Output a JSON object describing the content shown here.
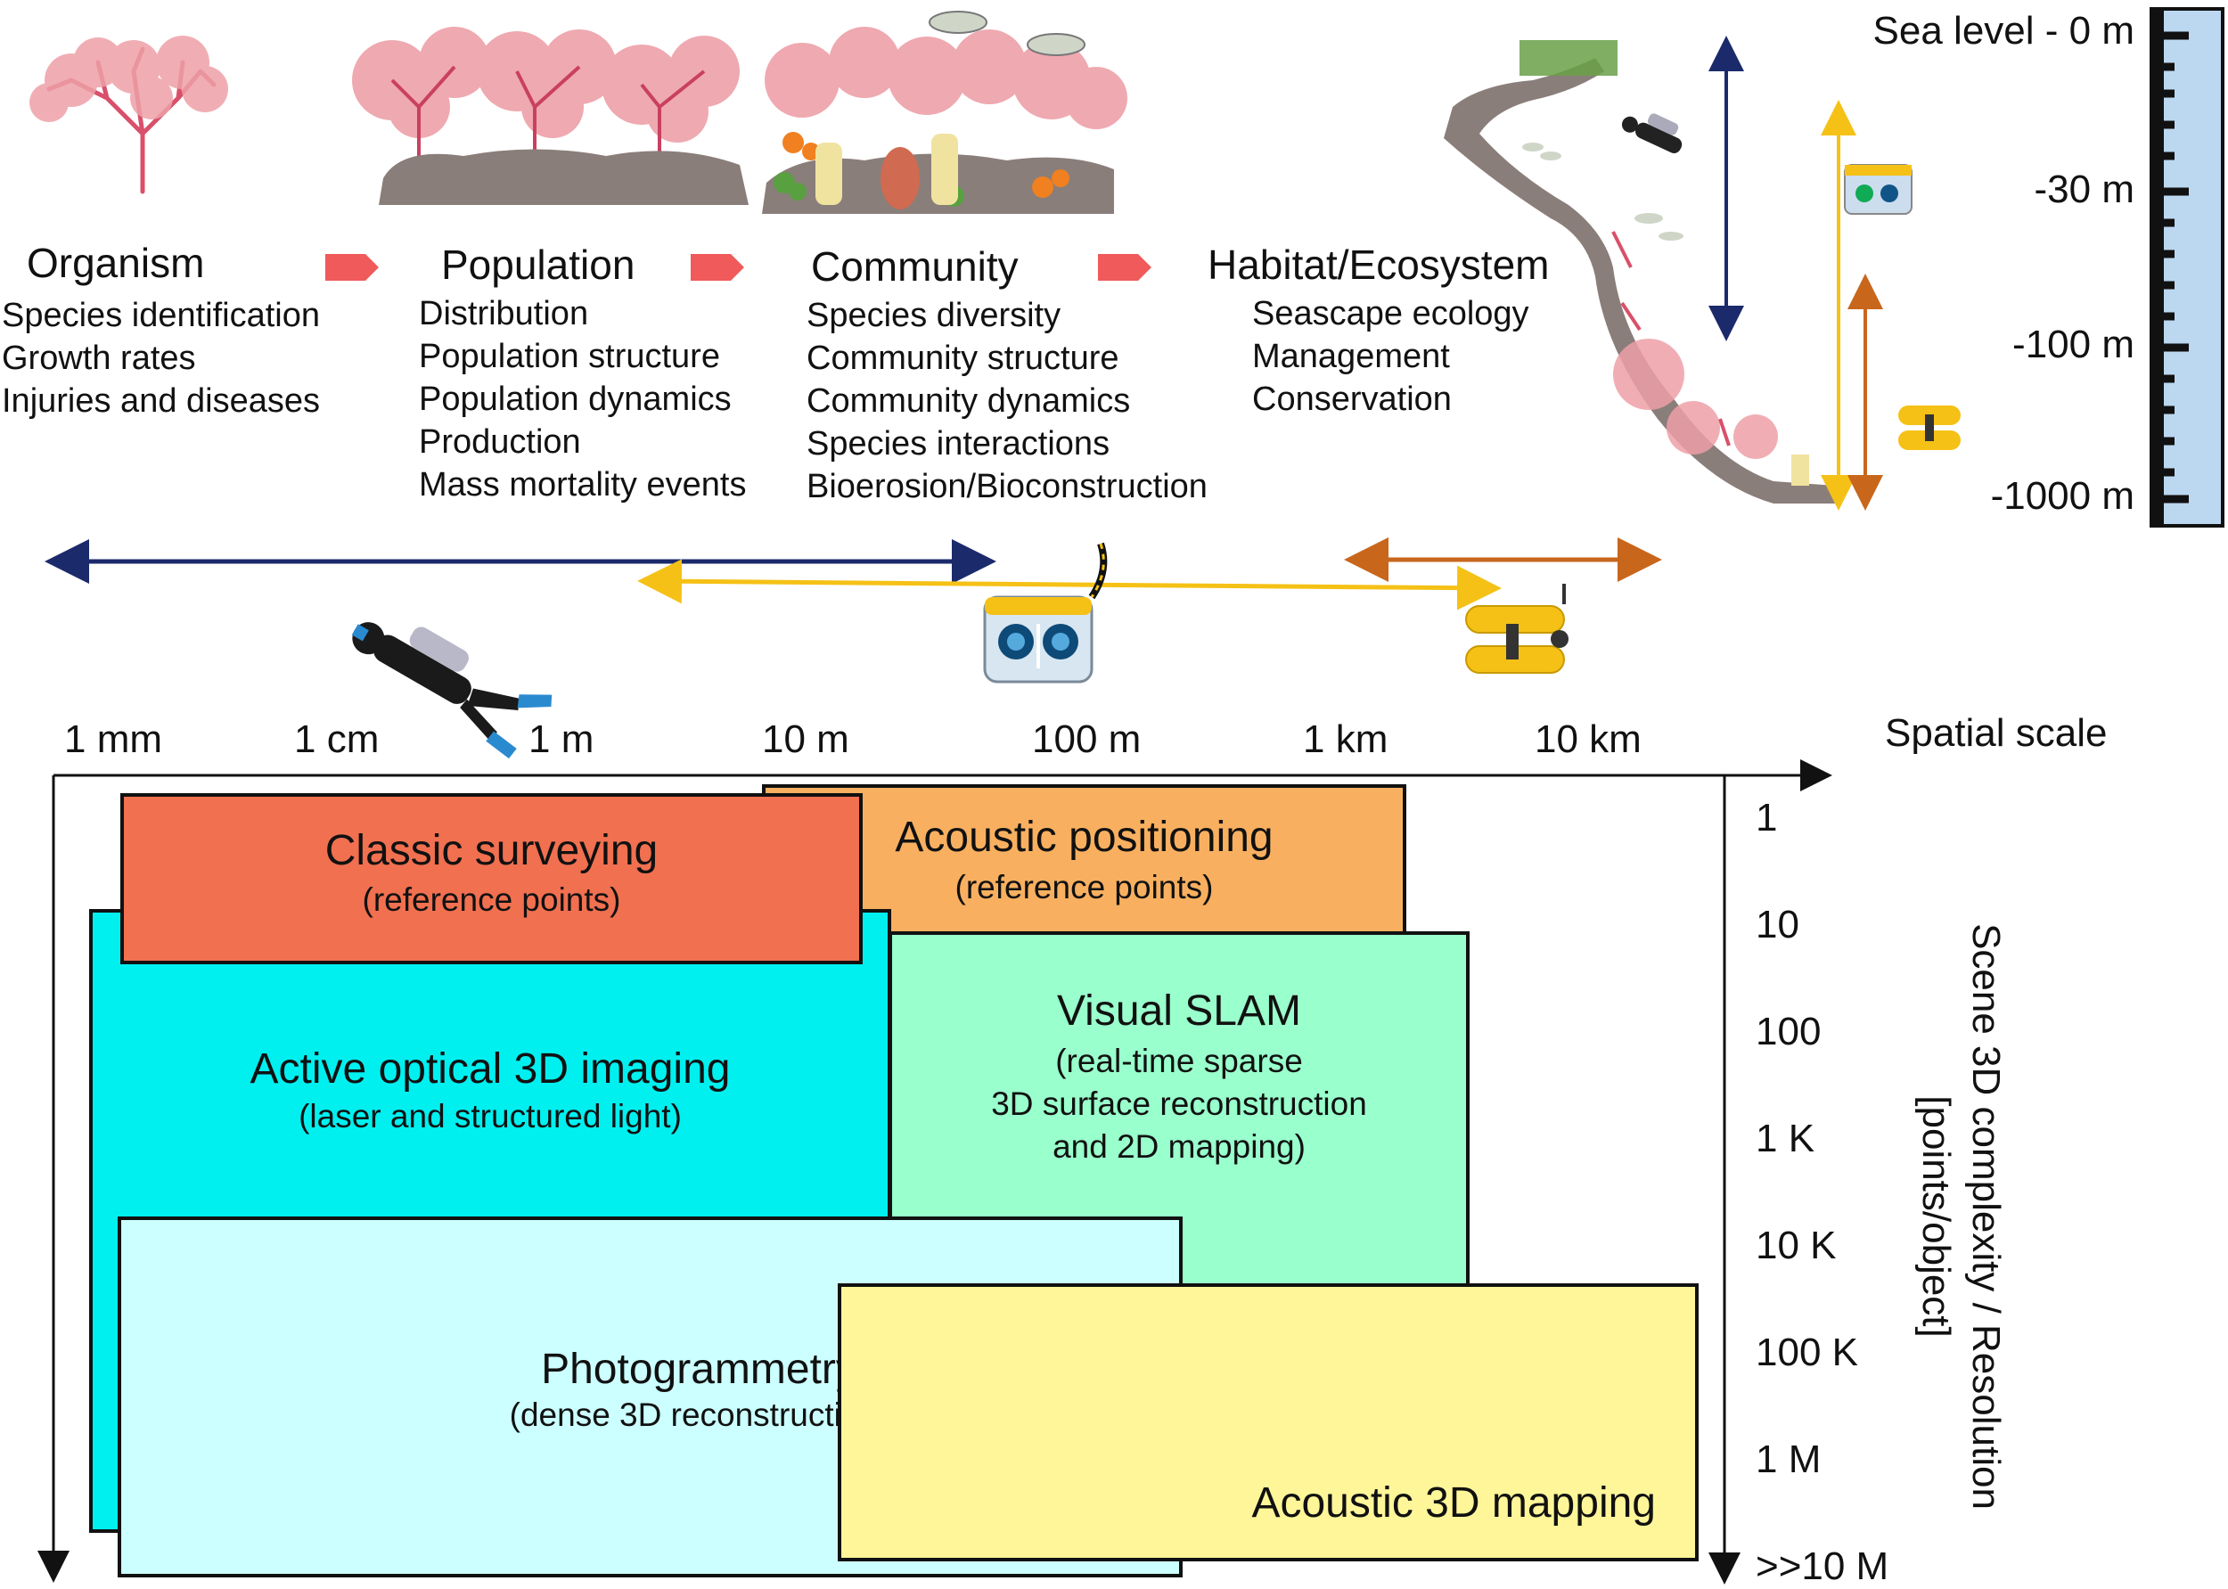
{
  "stages": [
    {
      "title": "Organism",
      "items": [
        "Species identification",
        "Growth rates",
        "Injuries and diseases"
      ]
    },
    {
      "title": "Population",
      "items": [
        "Distribution",
        "Population structure",
        "Population dynamics",
        "Production",
        "Mass mortality events"
      ]
    },
    {
      "title": "Community",
      "items": [
        "Species diversity",
        "Community structure",
        "Community dynamics",
        "Species interactions",
        "Bioerosion/Bioconstruction"
      ]
    },
    {
      "title": "Habitat/Ecosystem",
      "items": [
        "Seascape ecology",
        "Management",
        "Conservation"
      ]
    }
  ],
  "depth_scale": [
    "Sea level - 0 m",
    "-30 m",
    "-100 m",
    "-1000 m"
  ],
  "spatial_scale": {
    "title": "Spatial scale",
    "ticks": [
      "1 mm",
      "1 cm",
      "1 m",
      "10 m",
      "100 m",
      "1 km",
      "10 km"
    ]
  },
  "resolution_axis": {
    "title_line1": "Scene 3D complexity / Resolution",
    "title_line2": "[points/object]",
    "ticks": [
      "1",
      "10",
      "100",
      "1 K",
      "10 K",
      "100 K",
      "1 M",
      ">>10 M"
    ]
  },
  "methods": {
    "classic": {
      "title": "Classic surveying",
      "lines": [
        "(reference points)"
      ]
    },
    "acoustic_pos": {
      "title": "Acoustic positioning",
      "lines": [
        "(reference points)"
      ]
    },
    "active": {
      "title": "Active optical 3D imaging",
      "lines": [
        "(laser and structured light)"
      ]
    },
    "vslam": {
      "title": "Visual SLAM",
      "lines": [
        "(real-time sparse",
        "3D surface reconstruction",
        "and 2D mapping)"
      ]
    },
    "photo": {
      "title": "Photogrammetry",
      "lines": [
        "(dense 3D reconstruction)"
      ]
    },
    "acoustic3d": {
      "title": "Acoustic 3D mapping",
      "lines": []
    }
  },
  "colors": {
    "arrow_red": "#f05a5a",
    "diver": "#1b2a6b",
    "rov": "#f5c116",
    "auv": "#c8661c",
    "classic": "#f07050",
    "acoustic_pos": "#f8b060",
    "active": "#00f0f0",
    "vslam": "#99ffcc",
    "photo": "#ccffff",
    "acoustic3d": "#fff699",
    "ruler": "#bcd8f0"
  },
  "icons": [
    "coral-organism-illustration",
    "coral-population-illustration",
    "coral-community-illustration",
    "reef-slope-illustration",
    "diver-icon",
    "rov-icon",
    "auv-icon"
  ]
}
